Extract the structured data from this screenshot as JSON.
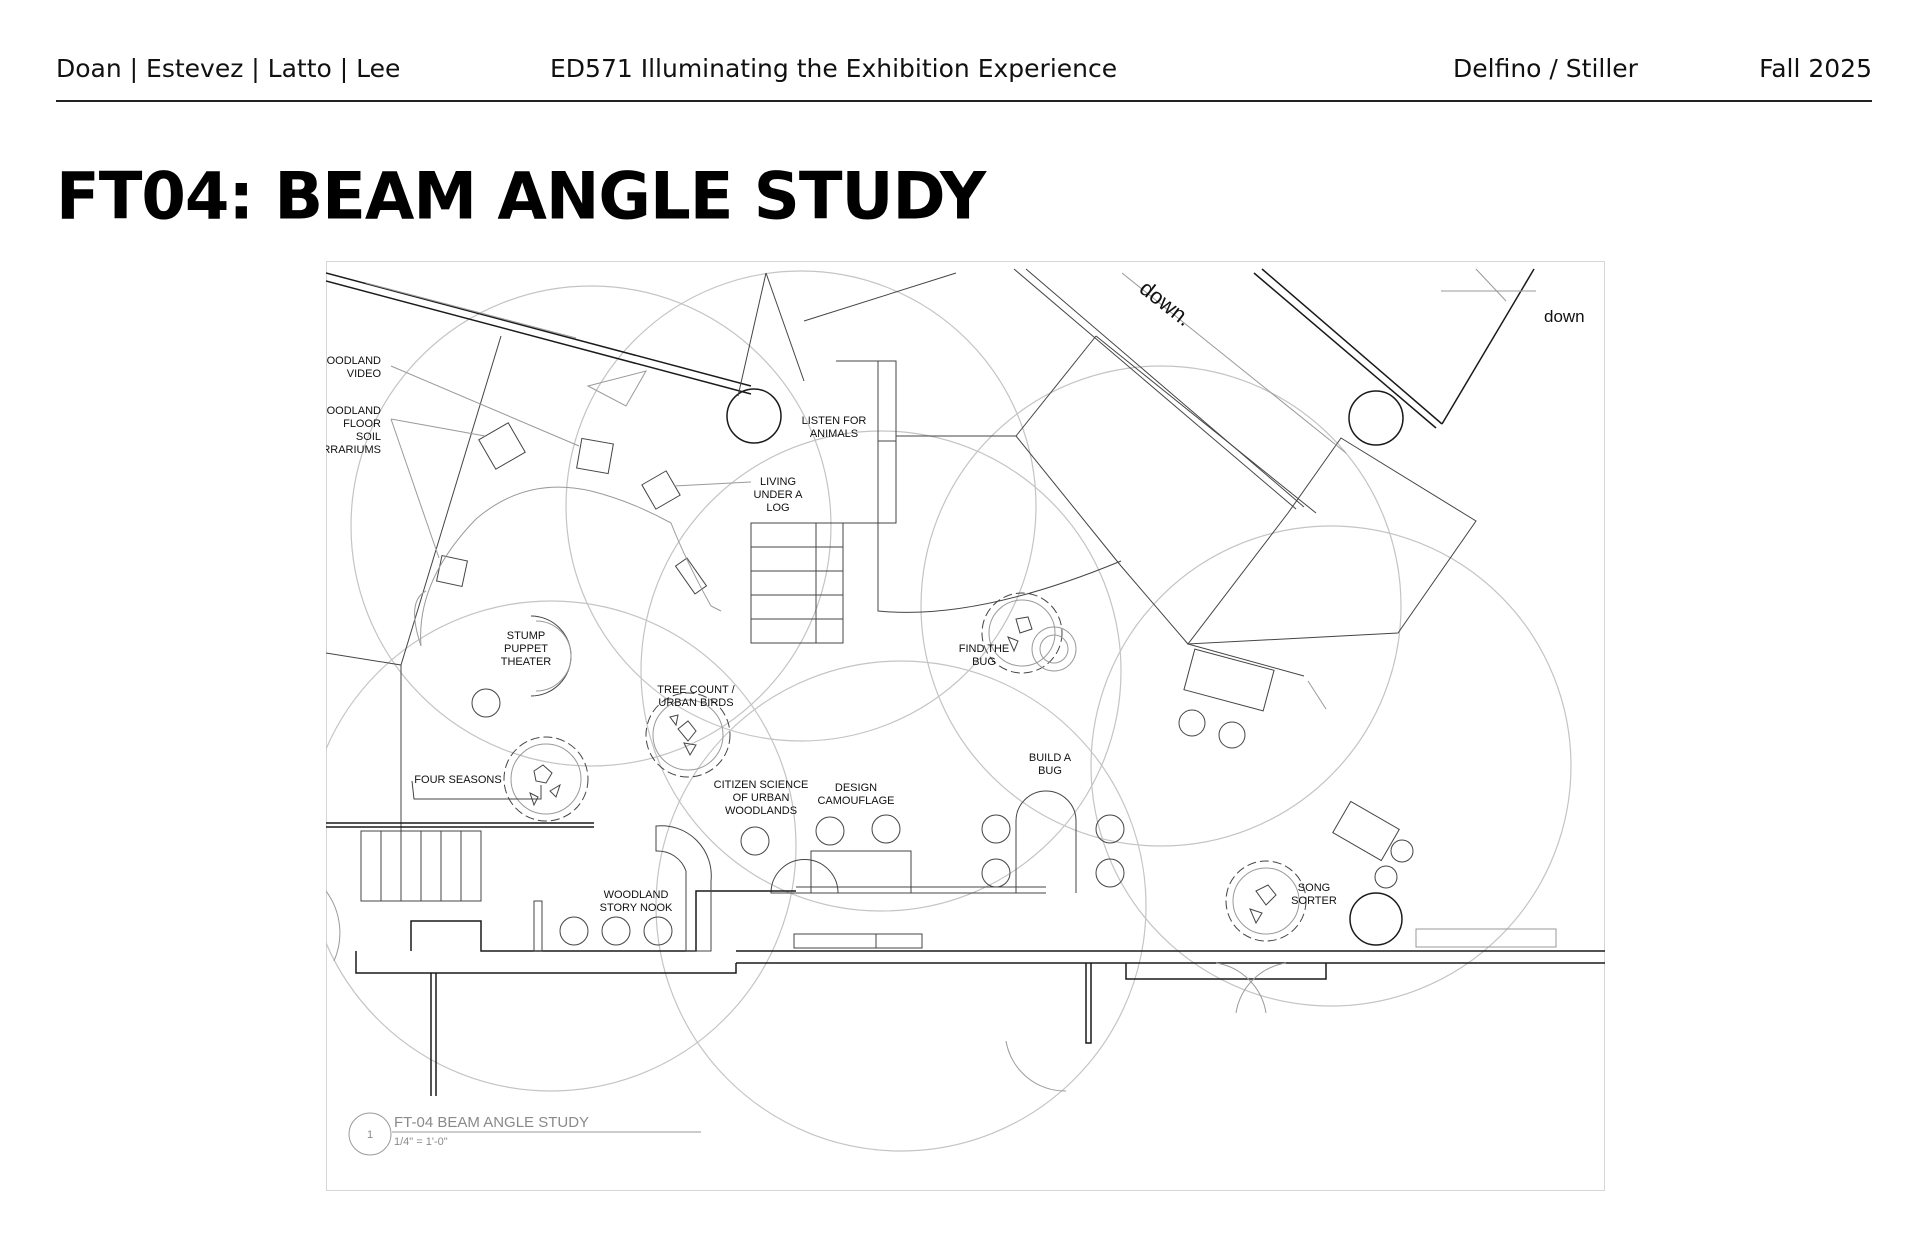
{
  "header": {
    "authors": "Doan | Estevez | Latto | Lee",
    "course": "ED571 Illuminating the Exhibition Experience",
    "instructors": "Delfino / Stiller",
    "term": "Fall 2025"
  },
  "title": "FT04: BEAM ANGLE STUDY",
  "plan": {
    "labels": {
      "woodland_video": [
        "OODLAND",
        "VIDEO"
      ],
      "woodland_floor": [
        "OODLAND",
        "FLOOR",
        "SOIL",
        "RRARIUMS"
      ],
      "listen_for_animals": [
        "LISTEN FOR",
        "ANIMALS"
      ],
      "living_under_log": [
        "LIVING",
        "UNDER A",
        "LOG"
      ],
      "stump_puppet_theater": [
        "STUMP",
        "PUPPET",
        "THEATER"
      ],
      "tree_count": [
        "TREE COUNT /",
        "URBAN BIRDS"
      ],
      "find_the_bug": [
        "FIND THE",
        "BUG"
      ],
      "four_seasons": [
        "FOUR SEASONS"
      ],
      "citizen_science": [
        "CITIZEN SCIENCE",
        "OF URBAN",
        "WOODLANDS"
      ],
      "design_camouflage": [
        "DESIGN",
        "CAMOUFLAGE"
      ],
      "build_a_bug": [
        "BUILD A",
        "BUG"
      ],
      "woodland_story_nook": [
        "WOODLAND",
        "STORY NOOK"
      ],
      "song_sorter": [
        "SONG",
        "SORTER"
      ],
      "down_rotated": "down.",
      "down": "down"
    },
    "title_block": {
      "number": "1",
      "name": "FT-04 BEAM ANGLE STUDY",
      "scale": "1/4\" = 1'-0\""
    }
  },
  "colors": {
    "beam_circles": "#c4c4c4",
    "walls": "#1a1a1a",
    "border": "#d6d6d6"
  }
}
